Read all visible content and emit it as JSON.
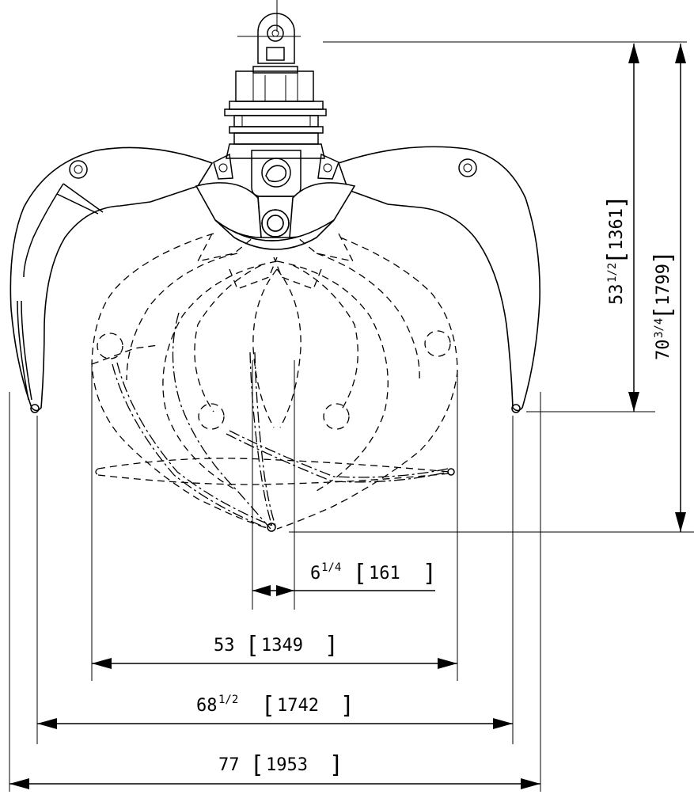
{
  "dimensions": {
    "jaw_open_height": {
      "whole": "53",
      "fraction": "1/2",
      "metric": "1361"
    },
    "total_height": {
      "whole": "70",
      "fraction": "3/4",
      "metric": "1799"
    },
    "tip_gap": {
      "whole": "6",
      "fraction": "1/4",
      "metric": "161"
    },
    "inner_width": {
      "whole": "53",
      "fraction": "",
      "metric": "1349"
    },
    "tip_width": {
      "whole": "68",
      "fraction": "1/2",
      "metric": "1742"
    },
    "overall_width": {
      "whole": "77",
      "fraction": "",
      "metric": "1953"
    }
  }
}
